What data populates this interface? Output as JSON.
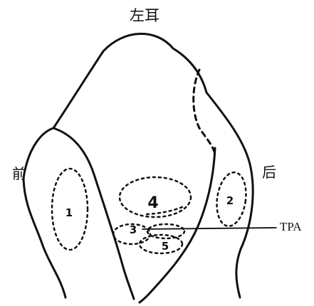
{
  "title": "左耳",
  "side_labels": {
    "front": "前",
    "back": "后"
  },
  "pointer_label": "TPA",
  "regions": [
    {
      "number": "1"
    },
    {
      "number": "2"
    },
    {
      "number": "3"
    },
    {
      "number": "4"
    },
    {
      "number": "5"
    }
  ],
  "colors": {
    "ink": "#111111",
    "background": "#ffffff"
  }
}
